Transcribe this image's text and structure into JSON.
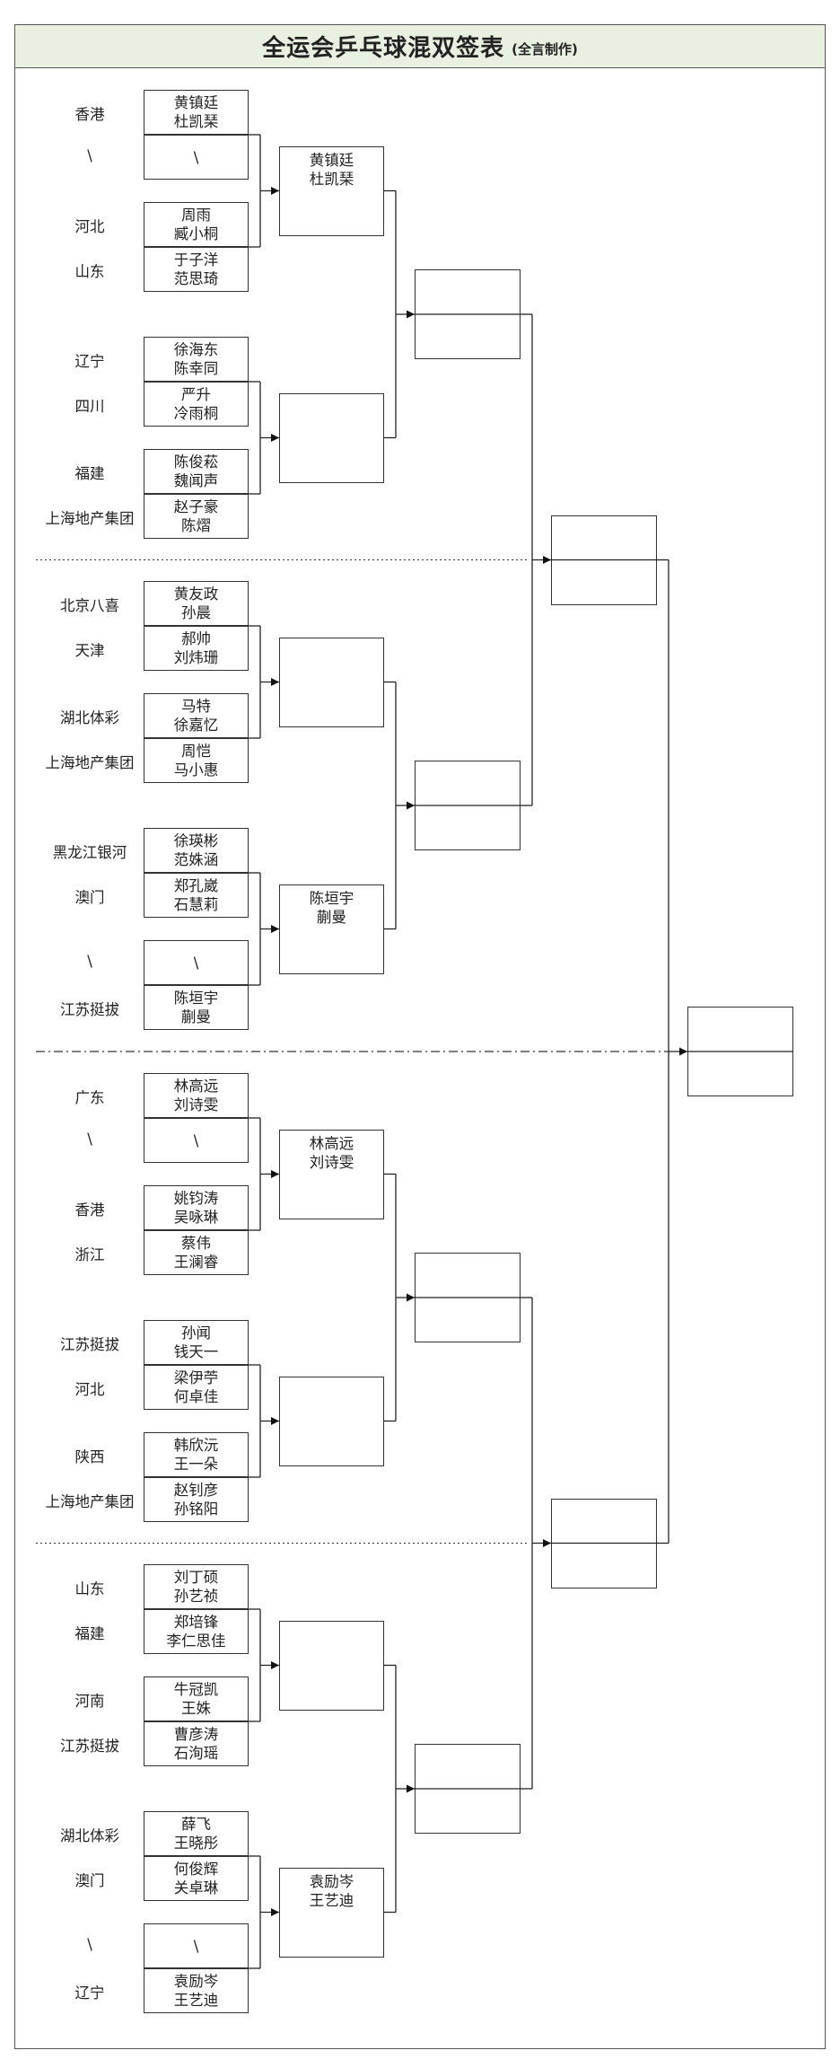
{
  "header": {
    "title": "全运会乒乓球混双签表",
    "subtitle": "(全言制作)"
  },
  "round1": [
    {
      "team": "香港",
      "p1": "黄镇廷",
      "p2": "杜凯琹"
    },
    {
      "team": "\\",
      "p1": "\\",
      "p2": ""
    },
    {
      "team": "河北",
      "p1": "周雨",
      "p2": "臧小桐"
    },
    {
      "team": "山东",
      "p1": "于子洋",
      "p2": "范思琦"
    },
    {
      "team": "辽宁",
      "p1": "徐海东",
      "p2": "陈幸同"
    },
    {
      "team": "四川",
      "p1": "严升",
      "p2": "冷雨桐"
    },
    {
      "team": "福建",
      "p1": "陈俊菘",
      "p2": "魏闻声"
    },
    {
      "team": "上海地产集团",
      "p1": "赵子豪",
      "p2": "陈熠"
    },
    {
      "team": "北京八喜",
      "p1": "黄友政",
      "p2": "孙晨"
    },
    {
      "team": "天津",
      "p1": "郝帅",
      "p2": "刘炜珊"
    },
    {
      "team": "湖北体彩",
      "p1": "马特",
      "p2": "徐嘉忆"
    },
    {
      "team": "上海地产集团",
      "p1": "周恺",
      "p2": "马小惠"
    },
    {
      "team": "黑龙江银河",
      "p1": "徐瑛彬",
      "p2": "范姝涵"
    },
    {
      "team": "澳门",
      "p1": "郑孔崴",
      "p2": "石慧莉"
    },
    {
      "team": "\\",
      "p1": "\\",
      "p2": ""
    },
    {
      "team": "江苏挺拔",
      "p1": "陈垣宇",
      "p2": "蒯曼"
    },
    {
      "team": "广东",
      "p1": "林高远",
      "p2": "刘诗雯"
    },
    {
      "team": "\\",
      "p1": "\\",
      "p2": ""
    },
    {
      "team": "香港",
      "p1": "姚钧涛",
      "p2": "吴咏琳"
    },
    {
      "team": "浙江",
      "p1": "蔡伟",
      "p2": "王澜睿"
    },
    {
      "team": "江苏挺拔",
      "p1": "孙闻",
      "p2": "钱天一"
    },
    {
      "team": "河北",
      "p1": "梁伊苧",
      "p2": "何卓佳"
    },
    {
      "team": "陕西",
      "p1": "韩欣沅",
      "p2": "王一朵"
    },
    {
      "team": "上海地产集团",
      "p1": "赵钊彦",
      "p2": "孙铭阳"
    },
    {
      "team": "山东",
      "p1": "刘丁硕",
      "p2": "孙艺祯"
    },
    {
      "team": "福建",
      "p1": "郑培锋",
      "p2": "李仁思佳"
    },
    {
      "team": "河南",
      "p1": "牛冠凯",
      "p2": "王姝"
    },
    {
      "team": "江苏挺拔",
      "p1": "曹彦涛",
      "p2": "石洵瑶"
    },
    {
      "team": "湖北体彩",
      "p1": "薛飞",
      "p2": "王晓彤"
    },
    {
      "team": "澳门",
      "p1": "何俊辉",
      "p2": "关卓琳"
    },
    {
      "team": "\\",
      "p1": "\\",
      "p2": ""
    },
    {
      "team": "辽宁",
      "p1": "袁励岑",
      "p2": "王艺迪"
    }
  ],
  "round2": [
    {
      "p1": "黄镇廷",
      "p2": "杜凯琹"
    },
    {
      "p1": "",
      "p2": ""
    },
    {
      "p1": "",
      "p2": ""
    },
    {
      "p1": "陈垣宇",
      "p2": "蒯曼"
    },
    {
      "p1": "林高远",
      "p2": "刘诗雯"
    },
    {
      "p1": "",
      "p2": ""
    },
    {
      "p1": "",
      "p2": ""
    },
    {
      "p1": "袁励岑",
      "p2": "王艺迪"
    }
  ]
}
